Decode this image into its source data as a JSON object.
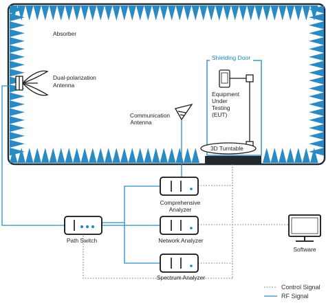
{
  "diagram": {
    "chamber": {
      "absorber_label": "Absorber",
      "shielding_door_label": "Shielding Door",
      "turntable_label": "3D Turntable",
      "eut_label_lines": [
        "Equipment",
        "Under",
        "Testing",
        "(EUT)"
      ],
      "antenna_dual_lines": [
        "Dual-polarization",
        "Antenna"
      ],
      "antenna_comm_lines": [
        "Communication",
        "Antenna"
      ]
    },
    "devices": {
      "comprehensive_analyzer_lines": [
        "Comprehensive",
        "Analyzer"
      ],
      "network_analyzer": "Network Analyzer",
      "spectrum_analyzer": "Spectrum Analyzer",
      "path_switch": "Path Switch",
      "software": "Software"
    },
    "legend": {
      "control_signal": "Control Signal",
      "rf_signal": "RF Signal"
    },
    "colors": {
      "absorber_blue": "#2a8ac4",
      "rf_line": "#2a8ac4",
      "control_line": "#777777",
      "outline": "#1f2a30"
    }
  }
}
